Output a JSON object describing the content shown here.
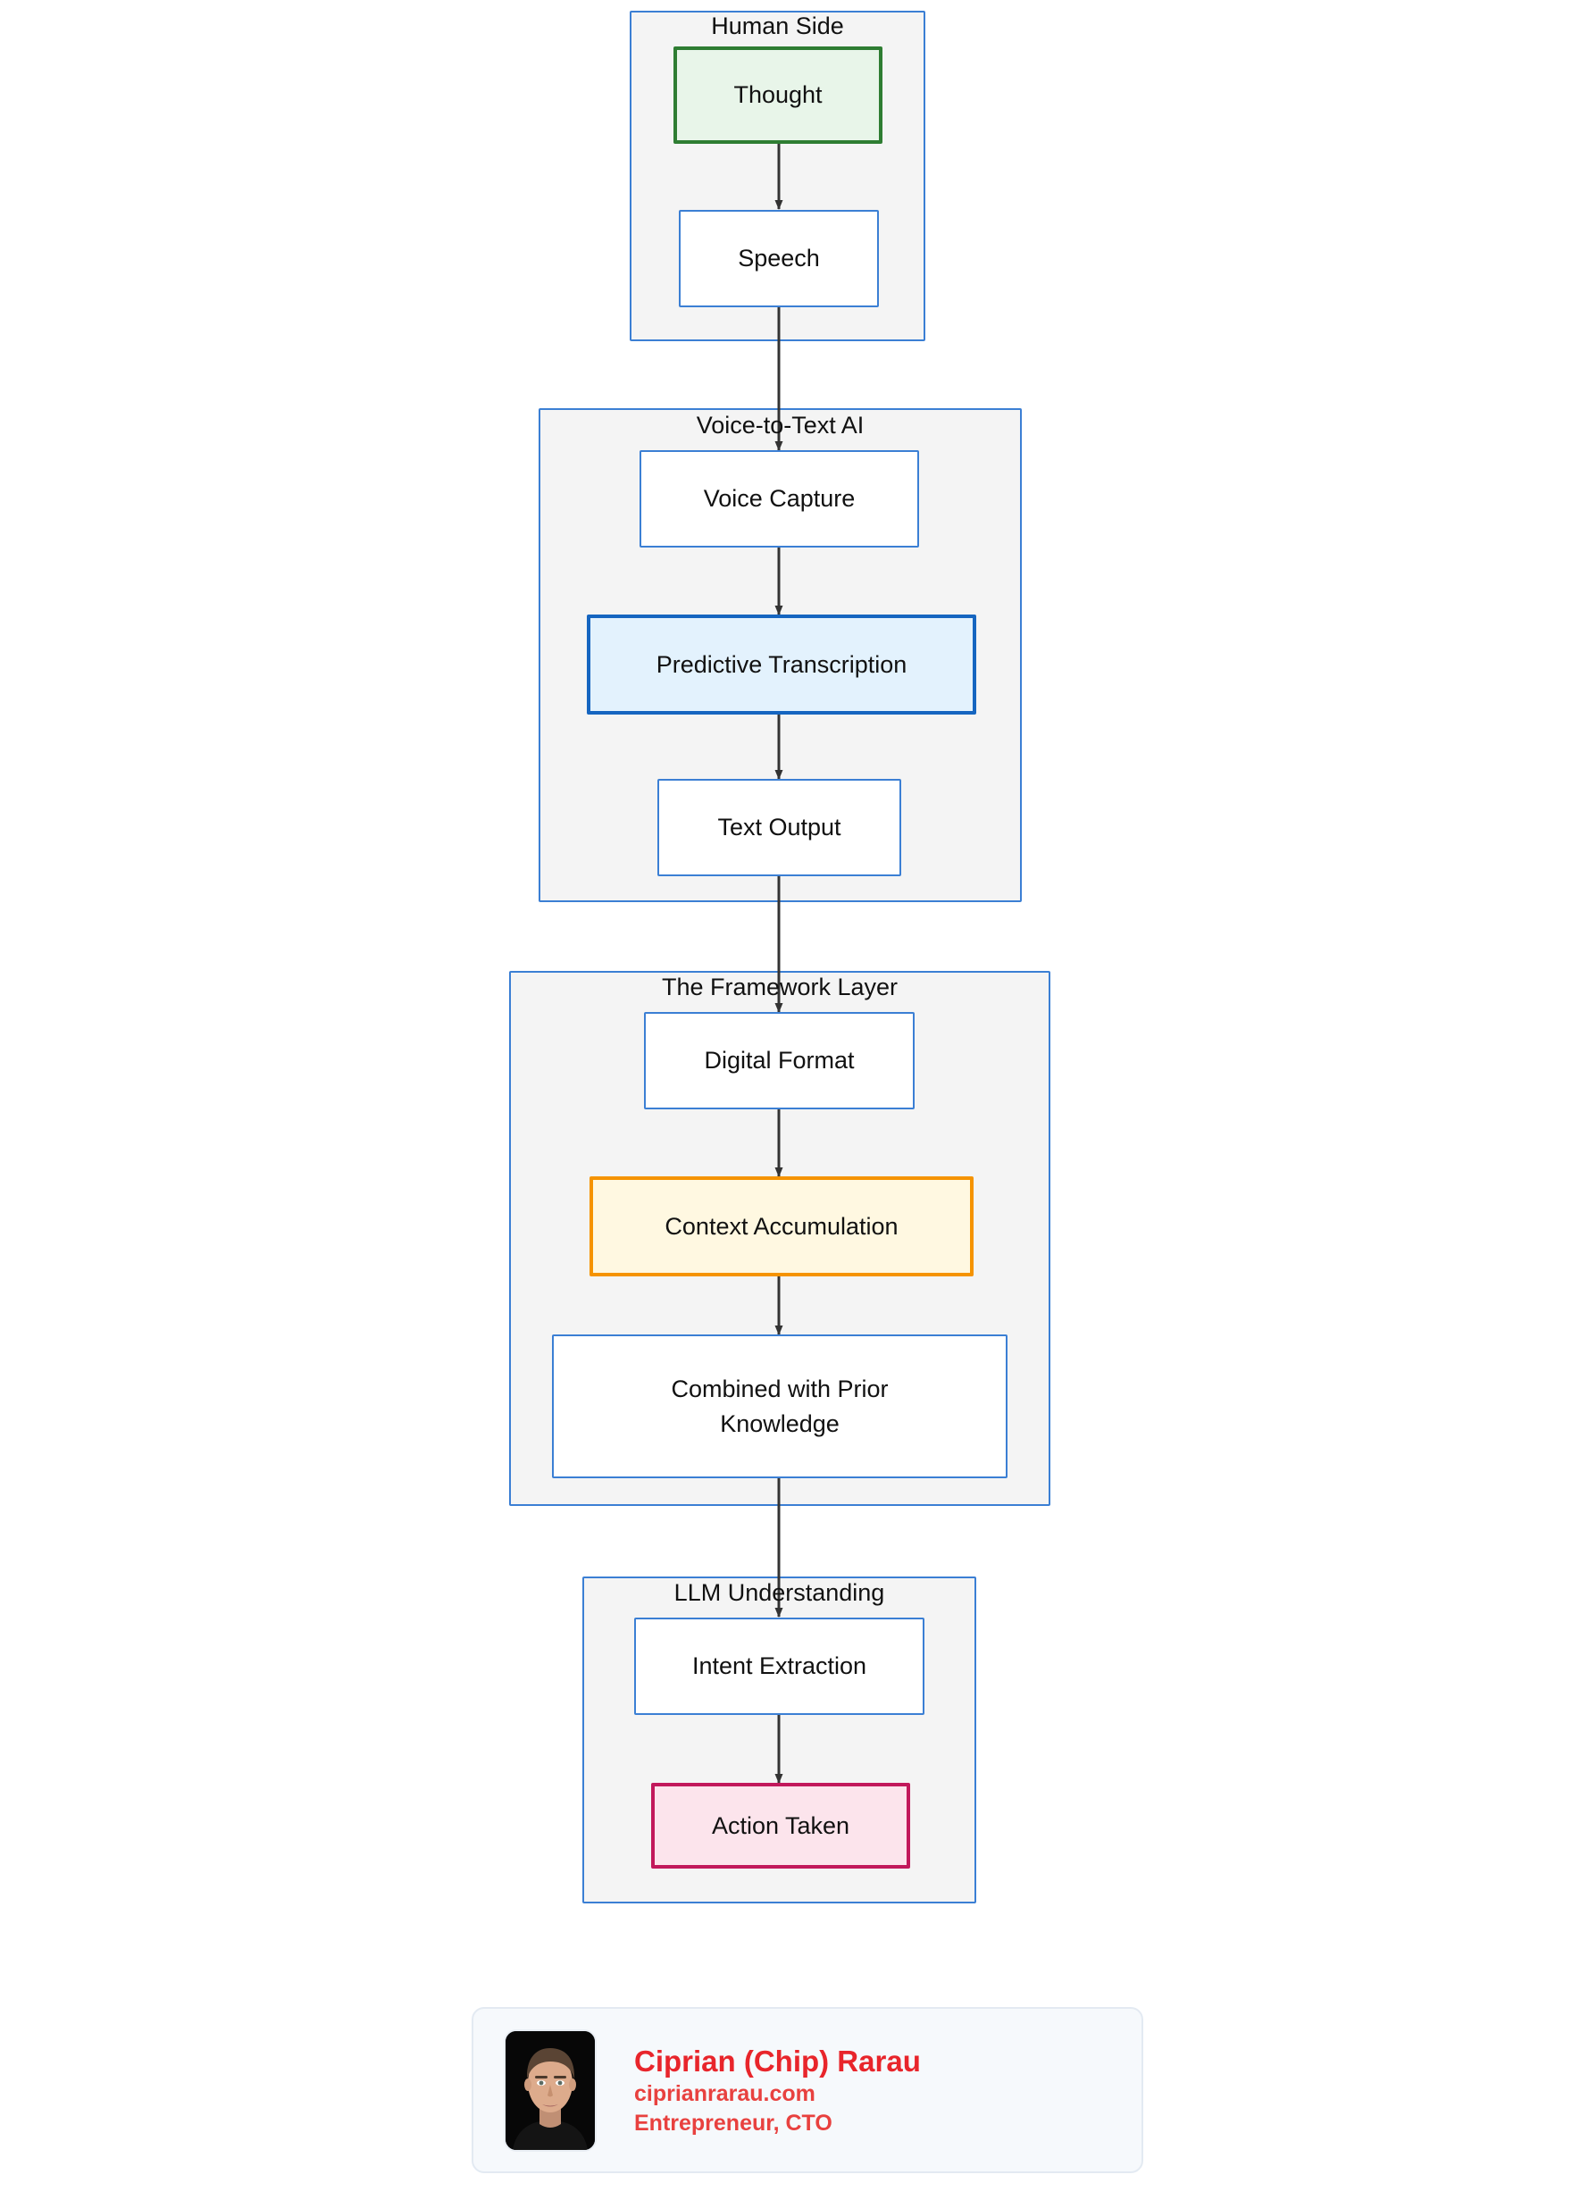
{
  "diagram": {
    "type": "flowchart",
    "direction": "top-to-bottom",
    "clusters": [
      {
        "id": "human-side",
        "title": "Human Side",
        "nodes": [
          {
            "id": "thought",
            "label": "Thought",
            "style": "green"
          },
          {
            "id": "speech",
            "label": "Speech",
            "style": "plain"
          }
        ]
      },
      {
        "id": "voice-to-text-ai",
        "title": "Voice-to-Text AI",
        "nodes": [
          {
            "id": "voice-capture",
            "label": "Voice Capture",
            "style": "plain"
          },
          {
            "id": "predictive-transcription",
            "label": "Predictive Transcription",
            "style": "blue"
          },
          {
            "id": "text-output",
            "label": "Text Output",
            "style": "plain"
          }
        ]
      },
      {
        "id": "framework-layer",
        "title": "The Framework Layer",
        "nodes": [
          {
            "id": "digital-format",
            "label": "Digital Format",
            "style": "plain"
          },
          {
            "id": "context-accumulation",
            "label": "Context Accumulation",
            "style": "orange"
          },
          {
            "id": "combined-with-prior-knowledge",
            "label": "Combined with Prior Knowledge",
            "line1": "Combined with Prior",
            "line2": "Knowledge",
            "style": "plain"
          }
        ]
      },
      {
        "id": "llm-understanding",
        "title": "LLM Understanding",
        "nodes": [
          {
            "id": "intent-extraction",
            "label": "Intent Extraction",
            "style": "plain"
          },
          {
            "id": "action-taken",
            "label": "Action Taken",
            "style": "pink"
          }
        ]
      }
    ],
    "edges": [
      {
        "from": "thought",
        "to": "speech"
      },
      {
        "from": "speech",
        "to": "voice-capture"
      },
      {
        "from": "voice-capture",
        "to": "predictive-transcription"
      },
      {
        "from": "predictive-transcription",
        "to": "text-output"
      },
      {
        "from": "text-output",
        "to": "digital-format"
      },
      {
        "from": "digital-format",
        "to": "context-accumulation"
      },
      {
        "from": "context-accumulation",
        "to": "combined-with-prior-knowledge"
      },
      {
        "from": "combined-with-prior-knowledge",
        "to": "intent-extraction"
      },
      {
        "from": "intent-extraction",
        "to": "action-taken"
      }
    ]
  },
  "colors": {
    "cluster_border": "#3b7fd4",
    "cluster_fill": "#f4f4f4",
    "node_border": "#3b7fd4",
    "node_fill": "#ffffff",
    "green_fill": "#e8f5e9",
    "green_border": "#2e7d32",
    "blue_fill": "#e3f2fd",
    "blue_border": "#1565c0",
    "orange_fill": "#fff8e1",
    "orange_border": "#f59300",
    "pink_fill": "#fce4ec",
    "pink_border": "#c2185b",
    "edge": "#333333",
    "author_name": "#e8252b",
    "author_text": "#e8413f",
    "card_bg": "#f6f9fc"
  },
  "author_card": {
    "name": "Ciprian (Chip) Rarau",
    "website": "ciprianrarau.com",
    "role": "Entrepreneur, CTO",
    "avatar_alt": "portrait-photo"
  }
}
